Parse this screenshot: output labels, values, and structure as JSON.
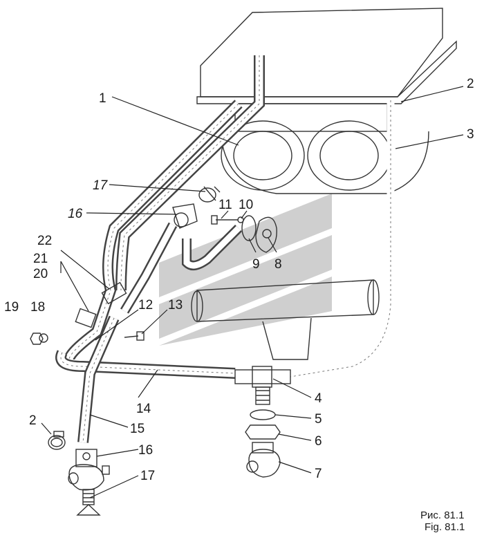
{
  "callouts": [
    "1",
    "2",
    "3",
    "4",
    "5",
    "6",
    "7",
    "8",
    "9",
    "10",
    "11",
    "12",
    "13",
    "14",
    "15",
    "16",
    "17",
    "18",
    "19",
    "20",
    "21",
    "22"
  ],
  "callouts_extra": {
    "c2b": "2",
    "c16a": "16",
    "c16b": "16",
    "c17a": "17",
    "c17b": "17"
  },
  "caption": {
    "ru": "Рис. 81.1",
    "en": "Fig. 81.1"
  },
  "colors": {
    "line": "#222222",
    "part": "#333333",
    "watermark": "#c8c8c8",
    "background": "#ffffff"
  }
}
